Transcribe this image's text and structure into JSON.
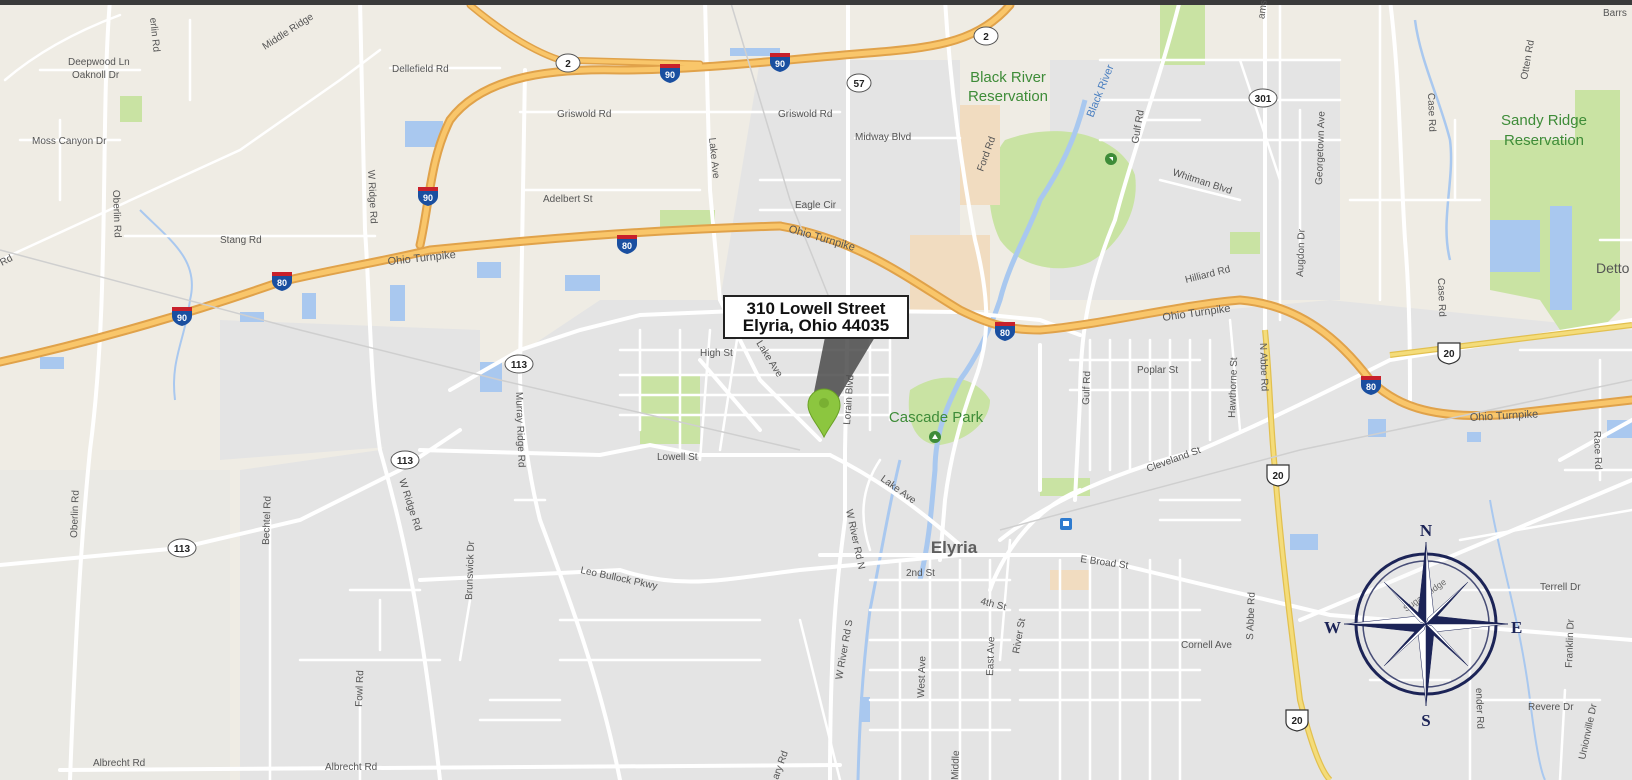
{
  "location": {
    "address_line1": "310 Lowell Street",
    "address_line2": "Elyria, Ohio 44035"
  },
  "city_label": "Elyria",
  "parks": [
    {
      "id": "black-river-reservation",
      "lines": [
        "Black River",
        "Reservation"
      ]
    },
    {
      "id": "sandy-ridge-reservation",
      "lines": [
        "Sandy Ridge",
        "Reservation"
      ]
    },
    {
      "id": "cascade-park",
      "lines": [
        "Cascade Park"
      ]
    }
  ],
  "water_labels": [
    "Black River"
  ],
  "place_labels": [
    "Detto"
  ],
  "highway_labels": {
    "ohio_turnpike": "Ohio Turnpike"
  },
  "shields": {
    "interstate": [
      "90",
      "80"
    ],
    "us": [
      "20"
    ],
    "state": [
      "2",
      "57",
      "113",
      "301"
    ]
  },
  "street_labels": {
    "berlin_rd": "erlin Rd",
    "deepwood_ln": "Deepwood Ln",
    "oaknoll_dr": "Oaknoll Dr",
    "moss_canyon_dr": "Moss Canyon Dr",
    "middle_ridge": "Middle Ridge",
    "dellefield_rd": "Dellefield Rd",
    "griswold_rd_1": "Griswold Rd",
    "griswold_rd_2": "Griswold Rd",
    "midway_blvd": "Midway Blvd",
    "lake_ave_1": "Lake Ave",
    "lake_ave_2": "Lake Ave",
    "lake_ave_3": "Lake Ave",
    "adelbert_st": "Adelbert St",
    "eagle_cir": "Eagle Cir",
    "w_ridge_rd_1": "W Ridge Rd",
    "w_ridge_rd_2": "W Ridge Rd",
    "oberlin_rd_1": "Oberlin Rd",
    "oberlin_rd_2": "Oberlin Rd",
    "stang_rd": "Stang Rd",
    "rd": "Rd",
    "murray_ridge_rd": "Murray Ridge Rd",
    "high_st": "High St",
    "lorain_blvd": "Lorain Blvd",
    "lowell_st": "Lowell St",
    "ford_rd": "Ford Rd",
    "gulf_rd_1": "Gulf Rd",
    "gulf_rd_2": "Gulf Rd",
    "whitman_blvd": "Whitman Blvd",
    "georgetown_ave": "Georgetown Ave",
    "augdon_dr": "Augdon Dr",
    "hilliard_rd": "Hilliard Rd",
    "n_abbe_rd": "N Abbe Rd",
    "s_abbe_rd": "S Abbe Rd",
    "poplar_st": "Poplar St",
    "hawthorne_st": "Hawthorne St",
    "cleveland_st": "Cleveland St",
    "case_rd_1": "Case Rd",
    "case_rd_2": "Case Rd",
    "otten_rd": "Otten Rd",
    "race_rd": "Race Rd",
    "bechtel_rd": "Bechtel Rd",
    "brunswick_dr": "Brunswick Dr",
    "leo_bullock_pkwy": "Leo Bullock Pkwy",
    "w_river_rd_n": "W River Rd N",
    "w_river_rd_s": "W River Rd S",
    "second_st": "2nd St",
    "fourth_st": "4th St",
    "e_broad_st": "E Broad St",
    "river_st": "River St",
    "west_ave": "West Ave",
    "east_ave": "East Ave",
    "middle": "Middle",
    "cornell_ave": "Cornell Ave",
    "terrell_dr": "Terrell Dr",
    "franklin_dr": "Franklin Dr",
    "revere_dr": "Revere Dr",
    "unionville_dr": "Unionville Dr",
    "ender_rd": "ender Rd",
    "fowl_rd": "Fowl Rd",
    "albrecht_rd_1": "Albrecht Rd",
    "albrecht_rd_2": "Albrecht Rd",
    "ary_rd": "ary Rd",
    "barrs": "Barrs",
    "ams_rd": "ams Rd",
    "sugar_ridge": "Sugar Ridge"
  },
  "compass": {
    "north": "N",
    "south": "S",
    "east": "E",
    "west": "W"
  },
  "colors": {
    "land": "#efece4",
    "urban": "#e3e3e3",
    "park": "#c9e3a3",
    "water": "#a9c8ef",
    "highway": "#f9c66a",
    "marker": "#8cc63f",
    "compass": "#1c2457"
  }
}
